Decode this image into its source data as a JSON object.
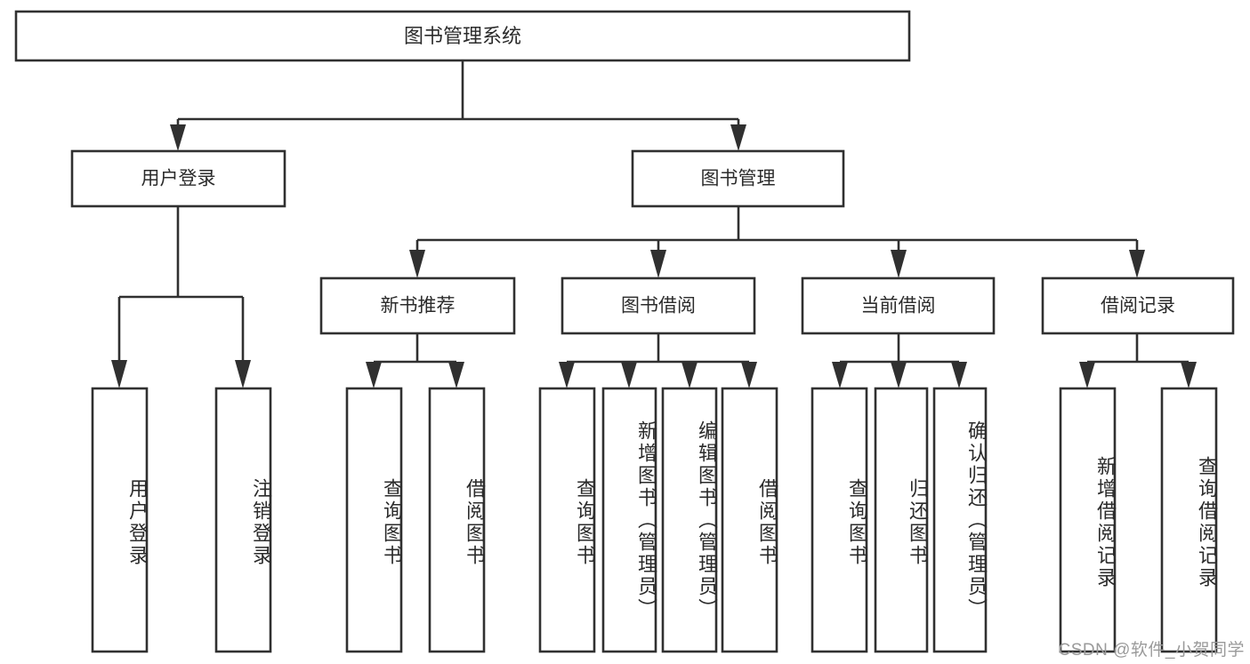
{
  "diagram": {
    "type": "tree",
    "title": "图书管理系统",
    "orientation": "top-down",
    "watermark": "CSDN @软件_小贺同学",
    "colors": {
      "box_stroke": "#303030",
      "box_fill": "#ffffff",
      "text": "#2b2b2b",
      "connector": "#303030",
      "watermark": "#9a9a9a",
      "background": "#ffffff"
    }
  },
  "nodes": {
    "root": {
      "label": "图书管理系统"
    },
    "level2": [
      {
        "id": "user-login",
        "label": "用户登录"
      },
      {
        "id": "book-manage",
        "label": "图书管理"
      }
    ],
    "level3": [
      {
        "id": "new-book-recommend",
        "label": "新书推荐"
      },
      {
        "id": "book-borrow",
        "label": "图书借阅"
      },
      {
        "id": "current-borrow",
        "label": "当前借阅"
      },
      {
        "id": "borrow-record",
        "label": "借阅记录"
      }
    ],
    "leaves": {
      "user_login": [
        {
          "id": "leaf-user-login",
          "label": "用户登录"
        },
        {
          "id": "leaf-user-logout",
          "label": "注销登录"
        }
      ],
      "new_book_recommend": [
        {
          "id": "leaf-query-book-1",
          "label": "查询图书"
        },
        {
          "id": "leaf-borrow-book-1",
          "label": "借阅图书"
        }
      ],
      "book_borrow": [
        {
          "id": "leaf-query-book-2",
          "label": "查询图书"
        },
        {
          "id": "leaf-add-book",
          "label": "新增图书（管理员）"
        },
        {
          "id": "leaf-edit-book",
          "label": "编辑图书（管理员）"
        },
        {
          "id": "leaf-borrow-book-2",
          "label": "借阅图书"
        }
      ],
      "current_borrow": [
        {
          "id": "leaf-query-book-3",
          "label": "查询图书"
        },
        {
          "id": "leaf-return-book",
          "label": "归还图书"
        },
        {
          "id": "leaf-confirm-return",
          "label": "确认归还（管理员）"
        }
      ],
      "borrow_record": [
        {
          "id": "leaf-add-record",
          "label": "新增借阅记录"
        },
        {
          "id": "leaf-query-record",
          "label": "查询借阅记录"
        }
      ]
    }
  }
}
